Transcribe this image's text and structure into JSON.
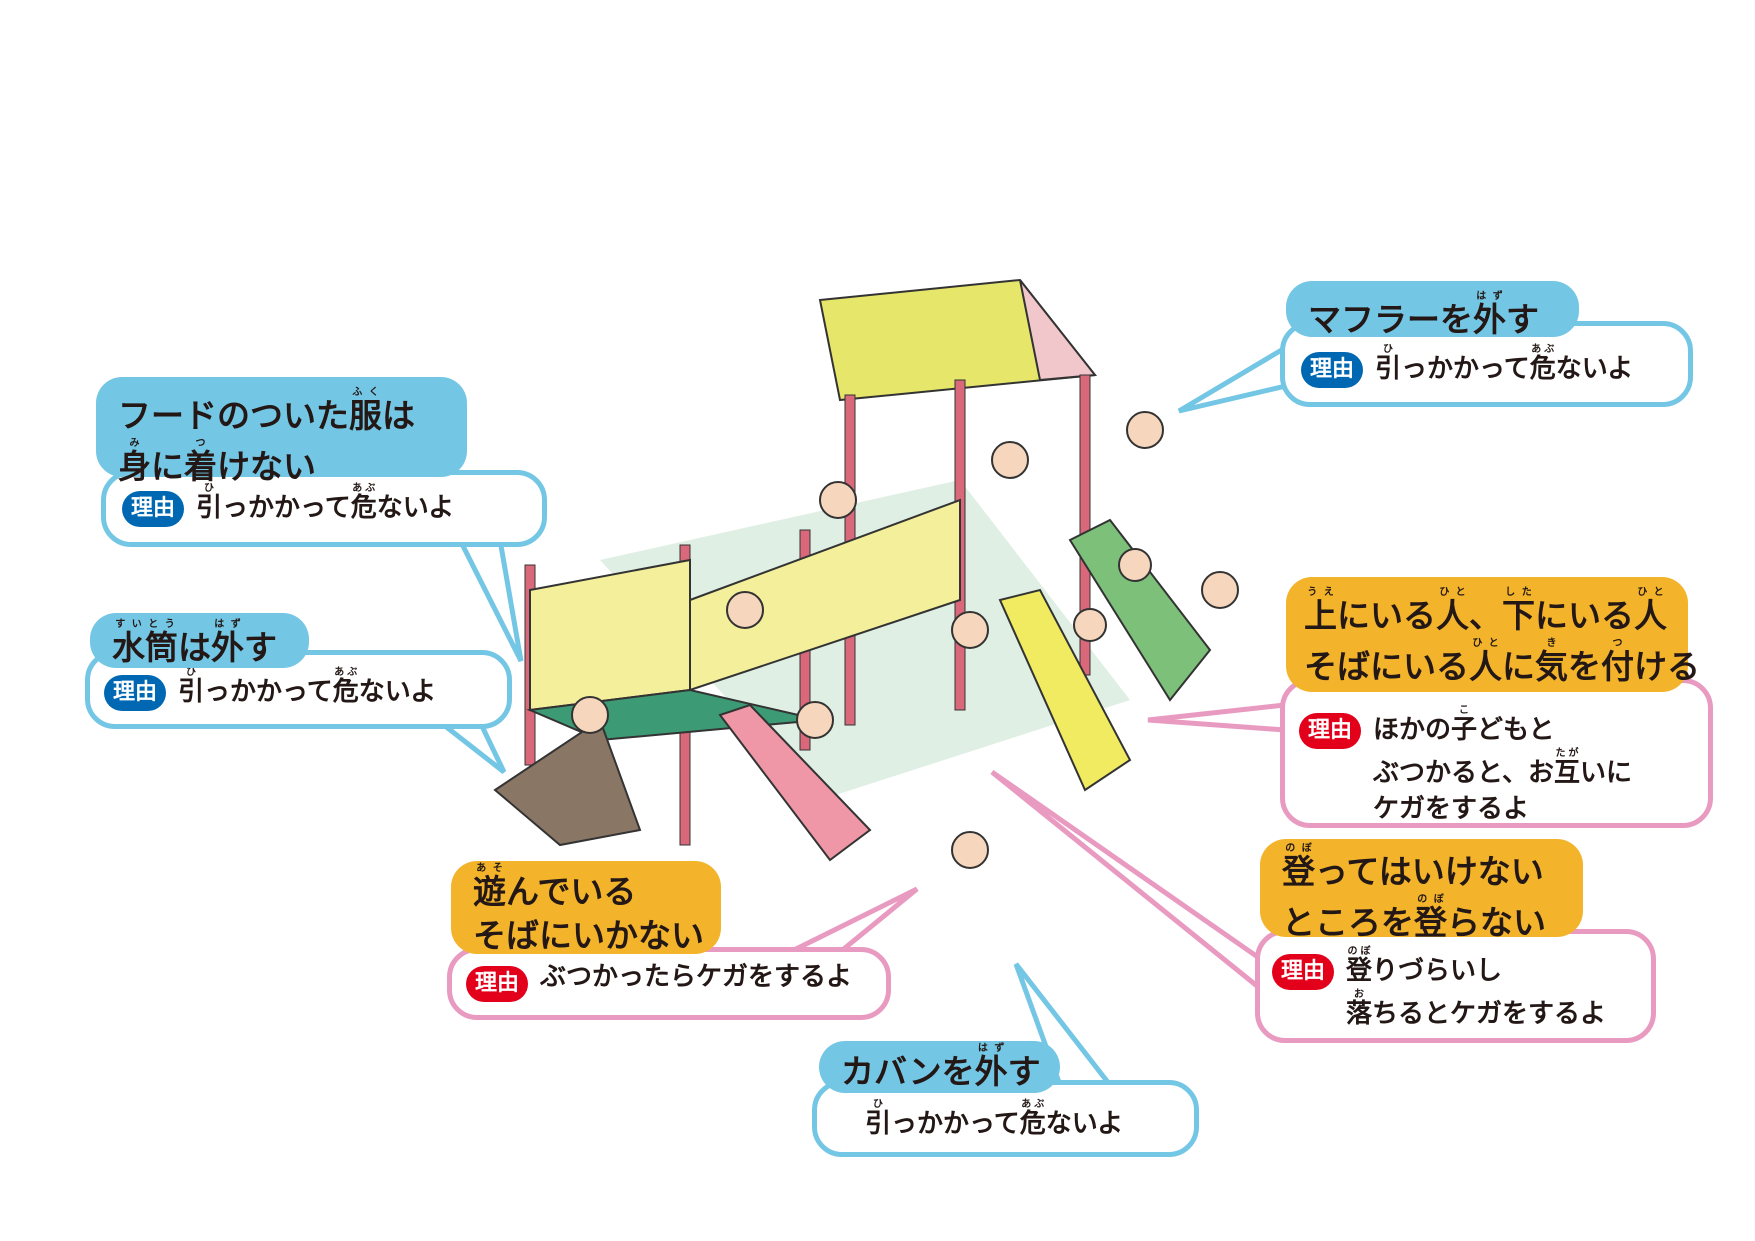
{
  "colors": {
    "blue": "#74c6e5",
    "orange": "#f3b42c",
    "pink": "#e99ac0",
    "badge_blue": "#0068b3",
    "badge_red": "#e3001b"
  },
  "reason_label": "理由",
  "callouts": {
    "muffler": {
      "title": [
        [
          {
            "t": "マフラーを"
          },
          {
            "t": "外",
            "r": "はず"
          },
          {
            "t": "す"
          }
        ]
      ],
      "reason": [
        [
          {
            "t": "引",
            "r": "ひ"
          },
          {
            "t": "っかかって"
          },
          {
            "t": "危",
            "r": "あぶ"
          },
          {
            "t": "ないよ"
          }
        ]
      ]
    },
    "hood": {
      "title": [
        [
          {
            "t": "フードのついた"
          },
          {
            "t": "服",
            "r": "ふく"
          },
          {
            "t": "は"
          }
        ],
        [
          {
            "t": "身",
            "r": "み"
          },
          {
            "t": "に"
          },
          {
            "t": "着",
            "r": "つ"
          },
          {
            "t": "けない"
          }
        ]
      ],
      "reason": [
        [
          {
            "t": "引",
            "r": "ひ"
          },
          {
            "t": "っかかって"
          },
          {
            "t": "危",
            "r": "あぶ"
          },
          {
            "t": "ないよ"
          }
        ]
      ]
    },
    "water_bottle": {
      "title": [
        [
          {
            "t": "水",
            "r": "すい"
          },
          {
            "t": "筒",
            "r": "とう"
          },
          {
            "t": "は"
          },
          {
            "t": "外",
            "r": "はず"
          },
          {
            "t": "す"
          }
        ]
      ],
      "reason": [
        [
          {
            "t": "引",
            "r": "ひ"
          },
          {
            "t": "っかかって"
          },
          {
            "t": "危",
            "r": "あぶ"
          },
          {
            "t": "ないよ"
          }
        ]
      ]
    },
    "watch_others": {
      "title": [
        [
          {
            "t": "上",
            "r": "うえ"
          },
          {
            "t": "にいる"
          },
          {
            "t": "人",
            "r": "ひと"
          },
          {
            "t": "、"
          },
          {
            "t": "下",
            "r": "した"
          },
          {
            "t": "にいる"
          },
          {
            "t": "人",
            "r": "ひと"
          }
        ],
        [
          {
            "t": "そばにいる"
          },
          {
            "t": "人",
            "r": "ひと"
          },
          {
            "t": "に"
          },
          {
            "t": "気",
            "r": "き"
          },
          {
            "t": "を"
          },
          {
            "t": "付",
            "r": "つ"
          },
          {
            "t": "ける"
          }
        ]
      ],
      "reason": [
        [
          {
            "t": "ほかの"
          },
          {
            "t": "子",
            "r": "こ"
          },
          {
            "t": "どもと"
          }
        ],
        [
          {
            "t": "ぶつかると、お"
          },
          {
            "t": "互",
            "r": "たが"
          },
          {
            "t": "いに"
          }
        ],
        [
          {
            "t": "ケガをするよ"
          }
        ]
      ]
    },
    "no_climbing": {
      "title": [
        [
          {
            "t": "登",
            "r": "のぼ"
          },
          {
            "t": "ってはいけない"
          }
        ],
        [
          {
            "t": "ところを"
          },
          {
            "t": "登",
            "r": "のぼ"
          },
          {
            "t": "らない"
          }
        ]
      ],
      "reason": [
        [
          {
            "t": "登",
            "r": "のぼ"
          },
          {
            "t": "りづらいし"
          }
        ],
        [
          {
            "t": "落",
            "r": "お"
          },
          {
            "t": "ちるとケガをするよ"
          }
        ]
      ]
    },
    "stay_away": {
      "title": [
        [
          {
            "t": "遊",
            "r": "あそ"
          },
          {
            "t": "んでいる"
          }
        ],
        [
          {
            "t": "そばにいかない"
          }
        ]
      ],
      "reason": [
        [
          {
            "t": "ぶつかったらケガをするよ"
          }
        ]
      ]
    },
    "bag": {
      "title": [
        [
          {
            "t": "カバンを"
          },
          {
            "t": "外",
            "r": "はず"
          },
          {
            "t": "す"
          }
        ]
      ],
      "reason": [
        [
          {
            "t": "引",
            "r": "ひ"
          },
          {
            "t": "っかかって"
          },
          {
            "t": "危",
            "r": "あぶ"
          },
          {
            "t": "ないよ"
          }
        ]
      ]
    }
  }
}
